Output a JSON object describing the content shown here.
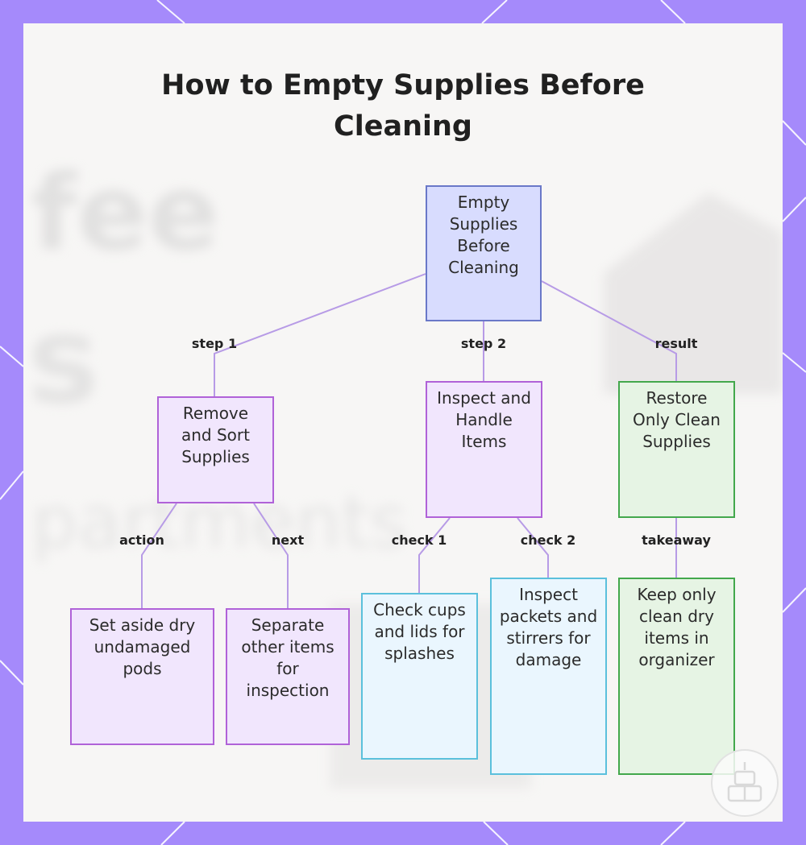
{
  "title": "How to Empty Supplies Before Cleaning",
  "nodes": {
    "root": "Empty Supplies Before Cleaning",
    "remove_sort": "Remove and Sort Supplies",
    "inspect_handle": "Inspect and Handle Items",
    "restore": "Restore Only Clean Supplies",
    "set_aside": "Set aside dry undamaged pods",
    "separate": "Separate other items for inspection",
    "check_cups": "Check cups and lids for splashes",
    "inspect_packets": "Inspect packets and stirrers for damage",
    "keep_only": "Keep only clean dry items in organizer"
  },
  "edges": {
    "step1": "step 1",
    "step2": "step 2",
    "result": "result",
    "action": "action",
    "next": "next",
    "check1": "check 1",
    "check2": "check 2",
    "takeaway": "takeaway"
  },
  "colors": {
    "frame": "#a58afb",
    "root_fill": "#d8dcfe",
    "step_fill": "#f1e6fd",
    "check_fill": "#eaf6fe",
    "result_fill": "#e6f4e4",
    "connector": "#b79be6"
  }
}
